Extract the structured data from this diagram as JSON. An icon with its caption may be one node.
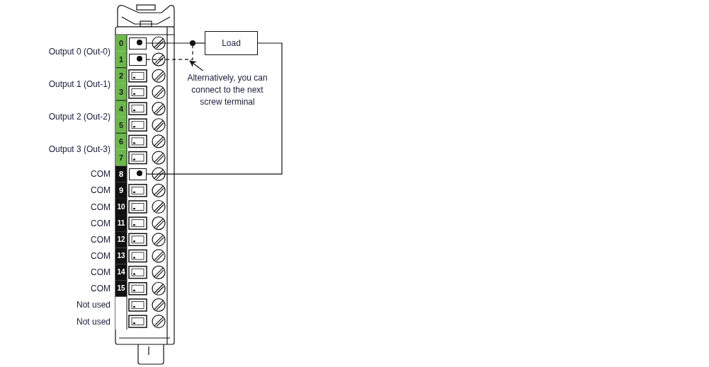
{
  "diagram": {
    "nodes": [
      {
        "text": [],
        "shape": "box"
      },
      {
        "text": [],
        "shape": "circle"
      },
      {
        "text": [
          "Load"
        ]
      },
      {
        "text": [],
        "shape": "box"
      },
      {
        "text": [
          "Alternatively, you can connect to the next screw terminal"
        ]
      },
      {
        "text": [],
        "shape": "box"
      }
    ],
    "edges": [
      {
        "from": 0,
        "to": 1,
        "arrow": "none"
      },
      {
        "from": 1,
        "to": 2,
        "arrow": "none"
      },
      {
        "from": 2,
        "to": 5,
        "arrow": "none"
      },
      {
        "from": 3,
        "to": 1,
        "arrow": "none",
        "style": "dashed"
      },
      {
        "from": 4,
        "to": null,
        "arrow": "to"
      }
    ],
    "labels": [
      "Output 0 (Out-0)",
      "0",
      "1",
      "Output 1 (Out-1)",
      "2",
      "3",
      "Output 2 (Out-2)",
      "4",
      "5",
      "Output 3 (Out-3)",
      "6",
      "7",
      "COM",
      "8",
      "COM",
      "9",
      "COM",
      "10",
      "COM",
      "11",
      "COM",
      "12",
      "COM",
      "13",
      "COM",
      "14",
      "COM",
      "15",
      "Not used",
      "Not used"
    ]
  }
}
